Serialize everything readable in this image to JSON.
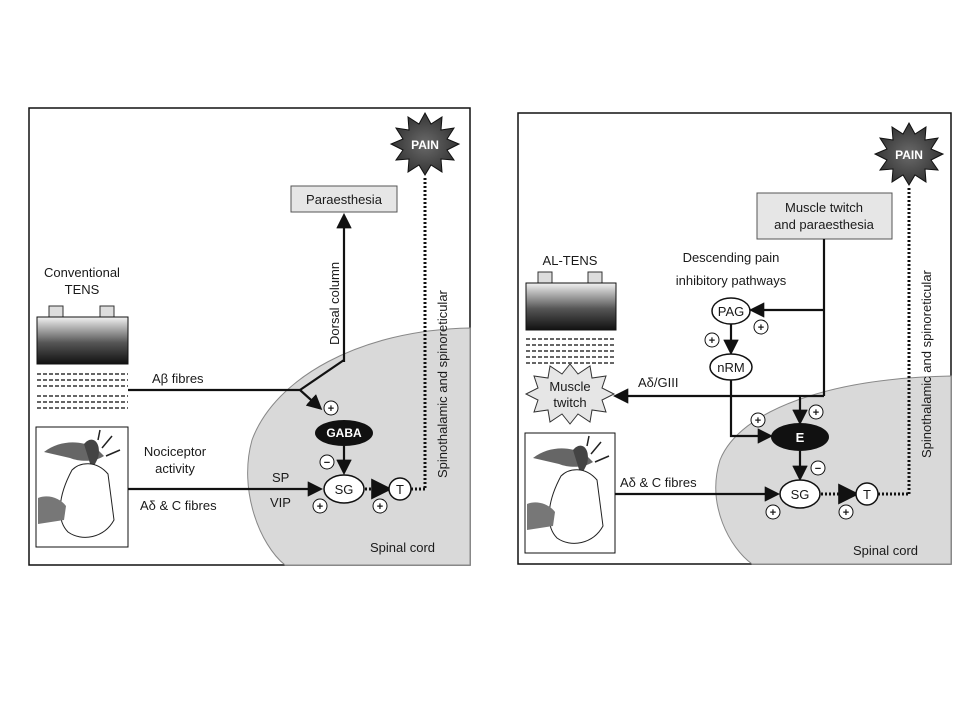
{
  "left": {
    "pain": "PAIN",
    "paraesthesia": "Paraesthesia",
    "dorsal_column": "Dorsal column",
    "tract": "Spinothalamic and spinoreticular",
    "device_line1": "Conventional",
    "device_line2": "TENS",
    "abeta": "Aβ fibres",
    "nociceptor_line1": "Nociceptor",
    "nociceptor_line2": "activity",
    "adelta_c": "Aδ & C fibres",
    "gaba": "GABA",
    "sg": "SG",
    "t": "T",
    "sp": "SP",
    "vip": "VIP",
    "spinal_cord": "Spinal cord",
    "plus": "+",
    "minus": "−"
  },
  "right": {
    "pain": "PAIN",
    "muscle_box_line1": "Muscle twitch",
    "muscle_box_line2": "and paraesthesia",
    "tract": "Spinothalamic and spinoreticular",
    "device": "AL-TENS",
    "descending_line1": "Descending pain",
    "descending_line2": "inhibitory pathways",
    "pag": "PAG",
    "nrm": "nRM",
    "twitch_line1": "Muscle",
    "twitch_line2": "twitch",
    "adelta_giii": "Aδ/GIII",
    "adelta_c": "Aδ & C fibres",
    "e": "E",
    "sg": "SG",
    "t": "T",
    "spinal_cord": "Spinal cord",
    "plus": "+",
    "minus": "−"
  }
}
